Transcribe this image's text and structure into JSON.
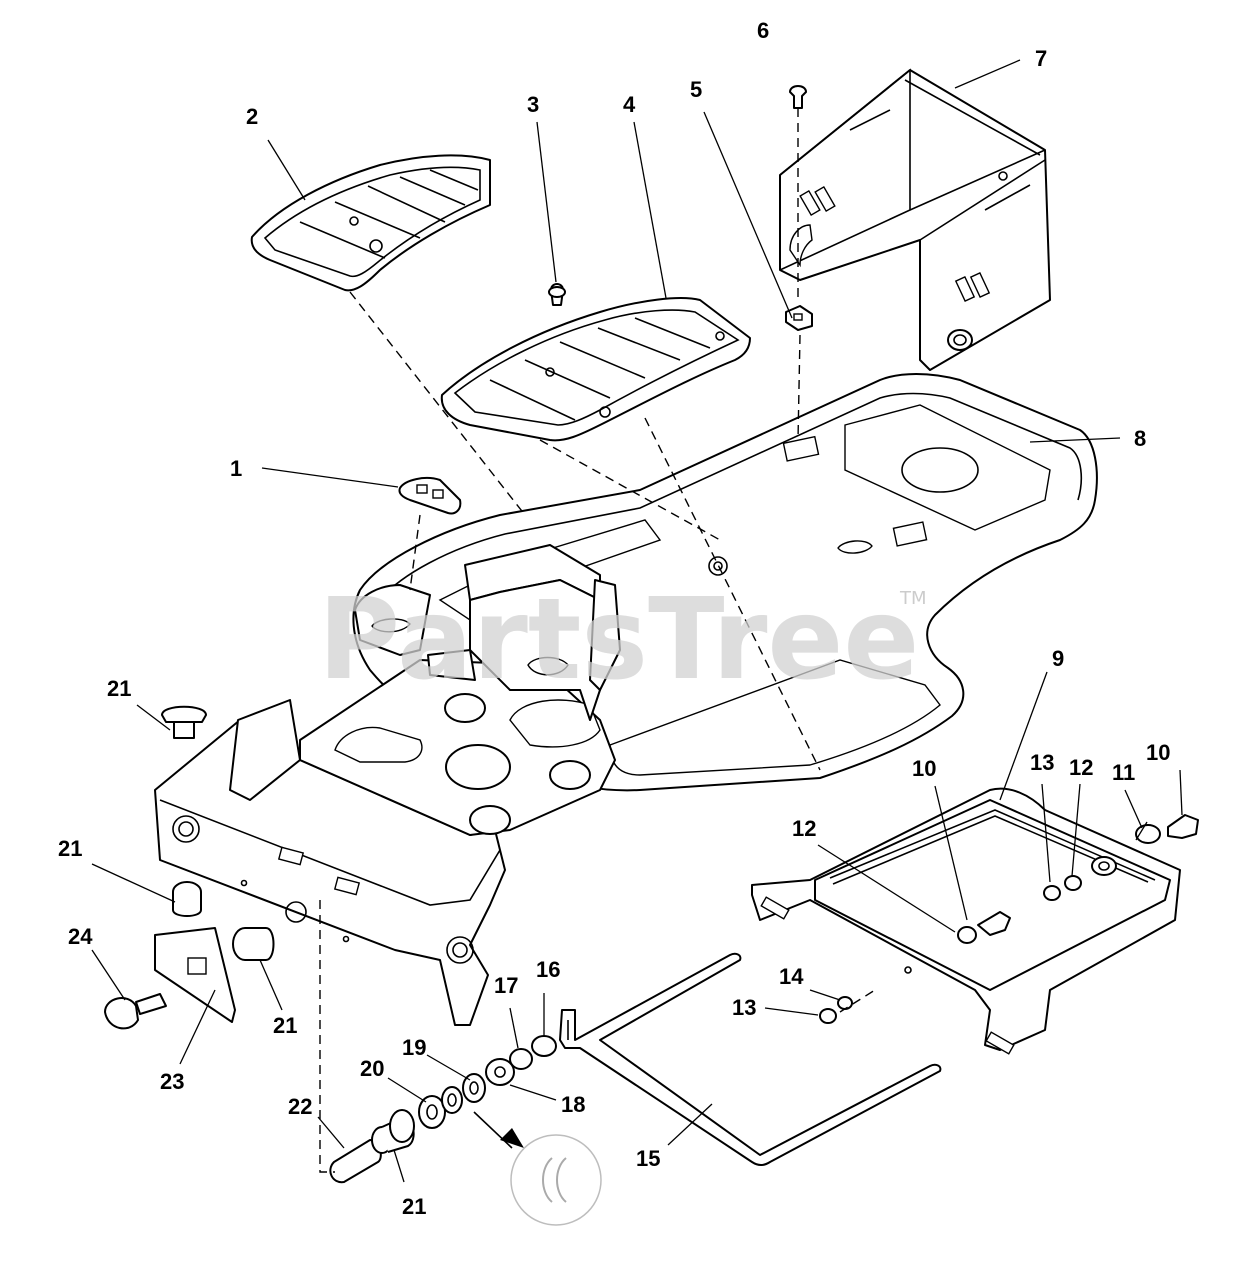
{
  "watermark": {
    "brand": "PartsTree",
    "trademark": "TM"
  },
  "callouts": [
    {
      "id": "c1",
      "text": "1"
    },
    {
      "id": "c2",
      "text": "2"
    },
    {
      "id": "c3",
      "text": "3"
    },
    {
      "id": "c4",
      "text": "4"
    },
    {
      "id": "c5",
      "text": "5"
    },
    {
      "id": "c6",
      "text": "6"
    },
    {
      "id": "c7",
      "text": "7"
    },
    {
      "id": "c8",
      "text": "8"
    },
    {
      "id": "c9",
      "text": "9"
    },
    {
      "id": "c10a",
      "text": "10"
    },
    {
      "id": "c10b",
      "text": "10"
    },
    {
      "id": "c11",
      "text": "11"
    },
    {
      "id": "c12a",
      "text": "12"
    },
    {
      "id": "c12b",
      "text": "12"
    },
    {
      "id": "c13a",
      "text": "13"
    },
    {
      "id": "c13b",
      "text": "13"
    },
    {
      "id": "c14",
      "text": "14"
    },
    {
      "id": "c15",
      "text": "15"
    },
    {
      "id": "c16",
      "text": "16"
    },
    {
      "id": "c17",
      "text": "17"
    },
    {
      "id": "c18",
      "text": "18"
    },
    {
      "id": "c19",
      "text": "19"
    },
    {
      "id": "c20",
      "text": "20"
    },
    {
      "id": "c21a",
      "text": "21"
    },
    {
      "id": "c21b",
      "text": "21"
    },
    {
      "id": "c21c",
      "text": "21"
    },
    {
      "id": "c21d",
      "text": "21"
    },
    {
      "id": "c22",
      "text": "22"
    },
    {
      "id": "c23",
      "text": "23"
    },
    {
      "id": "c24",
      "text": "24"
    }
  ]
}
